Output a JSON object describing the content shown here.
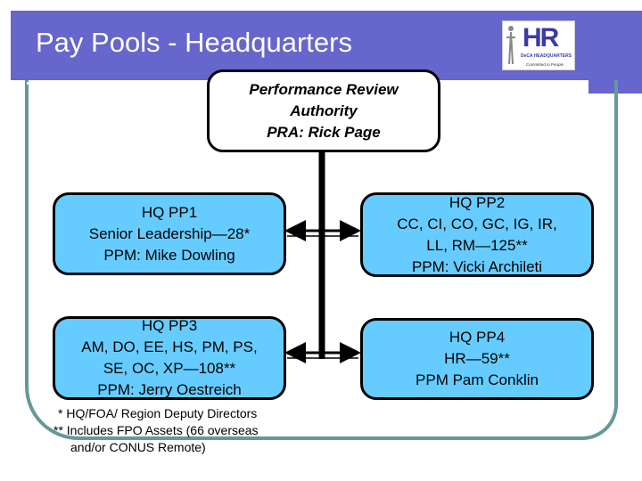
{
  "title": "Pay Pools - Headquarters",
  "logo": {
    "text": "HR",
    "subtitle": "DeCA HEADQUARTERS",
    "tagline": "Committed to People"
  },
  "pra": {
    "lines": [
      "Performance Review",
      "Authority",
      "PRA:  Rick Page"
    ]
  },
  "pools": [
    {
      "lines": [
        "HQ PP1",
        "Senior Leadership—28*",
        "PPM:  Mike Dowling"
      ]
    },
    {
      "lines": [
        "HQ PP2",
        "CC, CI, CO, GC, IG, IR,",
        "LL, RM—125**",
        "PPM:  Vicki Archileti"
      ]
    },
    {
      "lines": [
        "HQ PP3",
        "AM, DO, EE, HS, PM, PS,",
        "SE, OC, XP—108**",
        "PPM:  Jerry Oestreich"
      ]
    },
    {
      "lines": [
        "HQ PP4",
        "HR—59**",
        "PPM Pam Conklin"
      ]
    }
  ],
  "notes": [
    "* HQ/FOA/ Region Deputy Directors",
    "** Includes FPO Assets (66 overseas",
    "and/or CONUS Remote)"
  ],
  "colors": {
    "header": "#6666cc",
    "frame": "#669999",
    "box": "#66ccff"
  }
}
